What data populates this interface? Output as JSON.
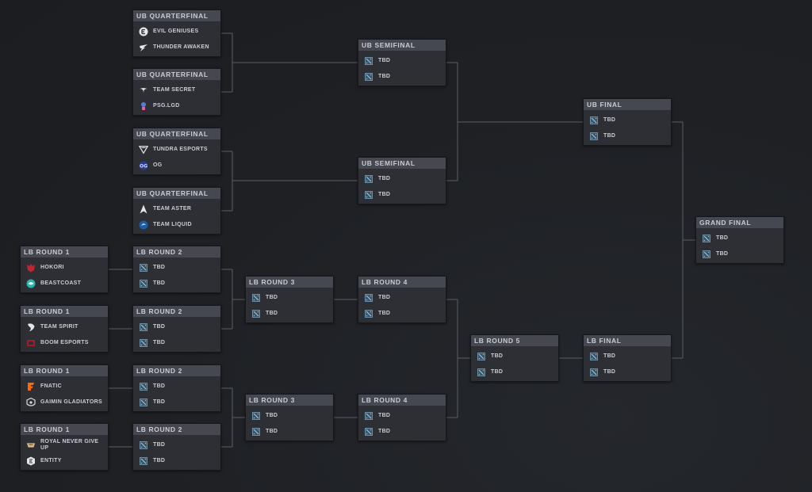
{
  "matches": [
    {
      "id": "ubq1",
      "title": "UB QUARTERFINAL",
      "teams": [
        {
          "name": "EVIL GENIUSES",
          "icon": "evil-geniuses-logo-icon"
        },
        {
          "name": "THUNDER AWAKEN",
          "icon": "thunder-awaken-logo-icon"
        }
      ]
    },
    {
      "id": "ubq2",
      "title": "UB QUARTERFINAL",
      "teams": [
        {
          "name": "TEAM SECRET",
          "icon": "team-secret-logo-icon"
        },
        {
          "name": "PSG.LGD",
          "icon": "psg-lgd-logo-icon"
        }
      ]
    },
    {
      "id": "ubq3",
      "title": "UB QUARTERFINAL",
      "teams": [
        {
          "name": "TUNDRA ESPORTS",
          "icon": "tundra-esports-logo-icon"
        },
        {
          "name": "OG",
          "icon": "og-logo-icon"
        }
      ]
    },
    {
      "id": "ubq4",
      "title": "UB QUARTERFINAL",
      "teams": [
        {
          "name": "TEAM ASTER",
          "icon": "team-aster-logo-icon"
        },
        {
          "name": "TEAM LIQUID",
          "icon": "team-liquid-logo-icon"
        }
      ]
    },
    {
      "id": "ubs1",
      "title": "UB SEMIFINAL",
      "teams": [
        {
          "name": "TBD",
          "icon": "tbd-icon"
        },
        {
          "name": "TBD",
          "icon": "tbd-icon"
        }
      ]
    },
    {
      "id": "ubs2",
      "title": "UB SEMIFINAL",
      "teams": [
        {
          "name": "TBD",
          "icon": "tbd-icon"
        },
        {
          "name": "TBD",
          "icon": "tbd-icon"
        }
      ]
    },
    {
      "id": "ubf",
      "title": "UB FINAL",
      "teams": [
        {
          "name": "TBD",
          "icon": "tbd-icon"
        },
        {
          "name": "TBD",
          "icon": "tbd-icon"
        }
      ]
    },
    {
      "id": "gf",
      "title": "GRAND FINAL",
      "teams": [
        {
          "name": "TBD",
          "icon": "tbd-icon"
        },
        {
          "name": "TBD",
          "icon": "tbd-icon"
        }
      ]
    },
    {
      "id": "lb1a",
      "title": "LB ROUND 1",
      "teams": [
        {
          "name": "HOKORI",
          "icon": "hokori-logo-icon"
        },
        {
          "name": "BEASTCOAST",
          "icon": "beastcoast-logo-icon"
        }
      ]
    },
    {
      "id": "lb1b",
      "title": "LB ROUND 1",
      "teams": [
        {
          "name": "TEAM SPIRIT",
          "icon": "team-spirit-logo-icon"
        },
        {
          "name": "BOOM ESPORTS",
          "icon": "boom-esports-logo-icon"
        }
      ]
    },
    {
      "id": "lb1c",
      "title": "LB ROUND 1",
      "teams": [
        {
          "name": "FNATIC",
          "icon": "fnatic-logo-icon"
        },
        {
          "name": "GAIMIN GLADIATORS",
          "icon": "gaimin-gladiators-logo-icon"
        }
      ]
    },
    {
      "id": "lb1d",
      "title": "LB ROUND 1",
      "teams": [
        {
          "name": "ROYAL NEVER GIVE UP",
          "icon": "rng-logo-icon"
        },
        {
          "name": "ENTITY",
          "icon": "entity-logo-icon"
        }
      ]
    },
    {
      "id": "lb2a",
      "title": "LB ROUND 2",
      "teams": [
        {
          "name": "TBD",
          "icon": "tbd-icon"
        },
        {
          "name": "TBD",
          "icon": "tbd-icon"
        }
      ]
    },
    {
      "id": "lb2b",
      "title": "LB ROUND 2",
      "teams": [
        {
          "name": "TBD",
          "icon": "tbd-icon"
        },
        {
          "name": "TBD",
          "icon": "tbd-icon"
        }
      ]
    },
    {
      "id": "lb2c",
      "title": "LB ROUND 2",
      "teams": [
        {
          "name": "TBD",
          "icon": "tbd-icon"
        },
        {
          "name": "TBD",
          "icon": "tbd-icon"
        }
      ]
    },
    {
      "id": "lb2d",
      "title": "LB ROUND 2",
      "teams": [
        {
          "name": "TBD",
          "icon": "tbd-icon"
        },
        {
          "name": "TBD",
          "icon": "tbd-icon"
        }
      ]
    },
    {
      "id": "lb3a",
      "title": "LB ROUND 3",
      "teams": [
        {
          "name": "TBD",
          "icon": "tbd-icon"
        },
        {
          "name": "TBD",
          "icon": "tbd-icon"
        }
      ]
    },
    {
      "id": "lb3b",
      "title": "LB ROUND 3",
      "teams": [
        {
          "name": "TBD",
          "icon": "tbd-icon"
        },
        {
          "name": "TBD",
          "icon": "tbd-icon"
        }
      ]
    },
    {
      "id": "lb4a",
      "title": "LB ROUND 4",
      "teams": [
        {
          "name": "TBD",
          "icon": "tbd-icon"
        },
        {
          "name": "TBD",
          "icon": "tbd-icon"
        }
      ]
    },
    {
      "id": "lb4b",
      "title": "LB ROUND 4",
      "teams": [
        {
          "name": "TBD",
          "icon": "tbd-icon"
        },
        {
          "name": "TBD",
          "icon": "tbd-icon"
        }
      ]
    },
    {
      "id": "lb5",
      "title": "LB ROUND 5",
      "teams": [
        {
          "name": "TBD",
          "icon": "tbd-icon"
        },
        {
          "name": "TBD",
          "icon": "tbd-icon"
        }
      ]
    },
    {
      "id": "lbf",
      "title": "LB FINAL",
      "teams": [
        {
          "name": "TBD",
          "icon": "tbd-icon"
        },
        {
          "name": "TBD",
          "icon": "tbd-icon"
        }
      ]
    }
  ],
  "connections": [
    {
      "from": [
        "ubq1",
        "ubq2"
      ],
      "to": "ubs1"
    },
    {
      "from": [
        "ubq3",
        "ubq4"
      ],
      "to": "ubs2"
    },
    {
      "from": [
        "ubs1",
        "ubs2"
      ],
      "to": "ubf"
    },
    {
      "from": [
        "ubf",
        "lbf"
      ],
      "to": "gf"
    },
    {
      "from": [
        "lb1a"
      ],
      "to": "lb2a"
    },
    {
      "from": [
        "lb1b"
      ],
      "to": "lb2b"
    },
    {
      "from": [
        "lb1c"
      ],
      "to": "lb2c"
    },
    {
      "from": [
        "lb1d"
      ],
      "to": "lb2d"
    },
    {
      "from": [
        "lb2a",
        "lb2b"
      ],
      "to": "lb3a"
    },
    {
      "from": [
        "lb2c",
        "lb2d"
      ],
      "to": "lb3b"
    },
    {
      "from": [
        "lb3a"
      ],
      "to": "lb4a"
    },
    {
      "from": [
        "lb3b"
      ],
      "to": "lb4b"
    },
    {
      "from": [
        "lb4a",
        "lb4b"
      ],
      "to": "lb5"
    },
    {
      "from": [
        "lb5"
      ],
      "to": "lbf"
    }
  ],
  "colors": {
    "background": "#1e2024",
    "card": "#2d2f35",
    "header": "#454850",
    "line": "#5a5e66",
    "tbd_icon": "#6a8fa8"
  }
}
